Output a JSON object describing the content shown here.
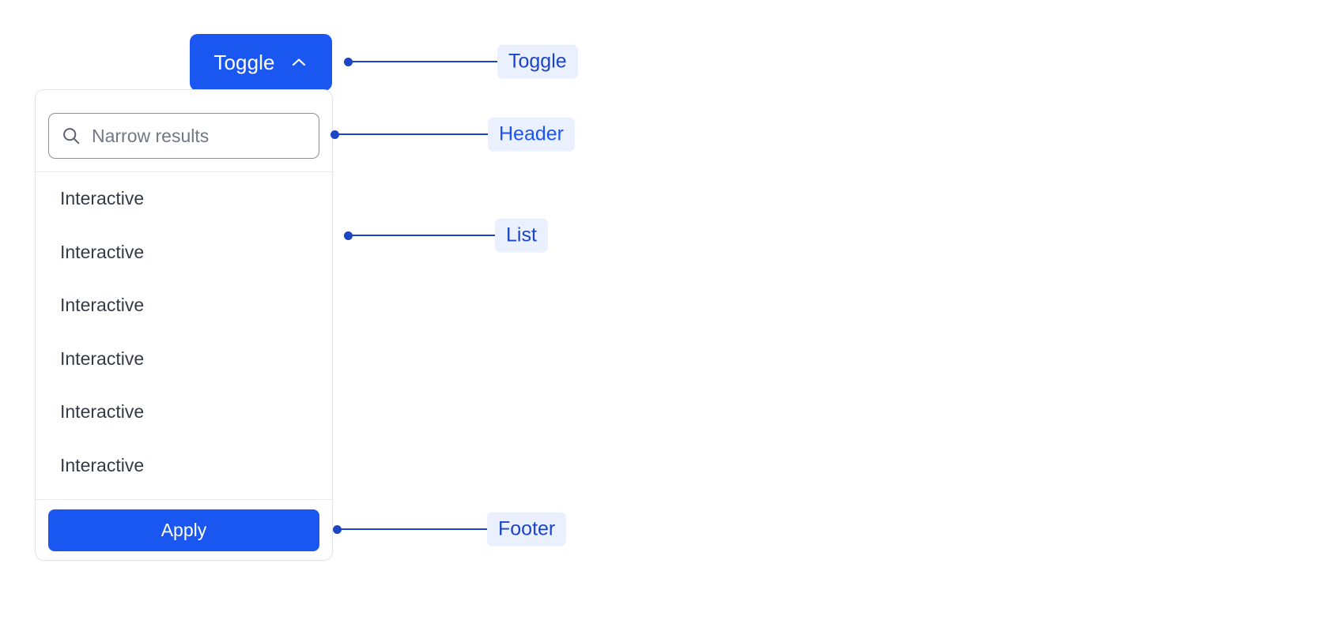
{
  "toggle": {
    "label": "Toggle",
    "icon": "chevron-up-icon",
    "background": "#1a56f0",
    "text_color": "#ffffff",
    "expanded": true
  },
  "popover": {
    "header": {
      "search": {
        "placeholder": "Narrow results",
        "value": "",
        "icon": "search-icon"
      }
    },
    "list": {
      "items": [
        {
          "label": "Interactive"
        },
        {
          "label": "Interactive"
        },
        {
          "label": "Interactive"
        },
        {
          "label": "Interactive"
        },
        {
          "label": "Interactive"
        },
        {
          "label": "Interactive"
        }
      ]
    },
    "footer": {
      "apply_label": "Apply",
      "apply_background": "#1a56f0"
    }
  },
  "annotations": [
    {
      "label": "Toggle",
      "color": "#1b45c4",
      "chip_background": "#eaf0fd"
    },
    {
      "label": "Header",
      "color": "#1f53ef",
      "chip_background": "#eaf0fd"
    },
    {
      "label": "List",
      "color": "#1b45c4",
      "chip_background": "#eaf0fd"
    },
    {
      "label": "Footer",
      "color": "#1b45c4",
      "chip_background": "#eaf0fd"
    }
  ]
}
